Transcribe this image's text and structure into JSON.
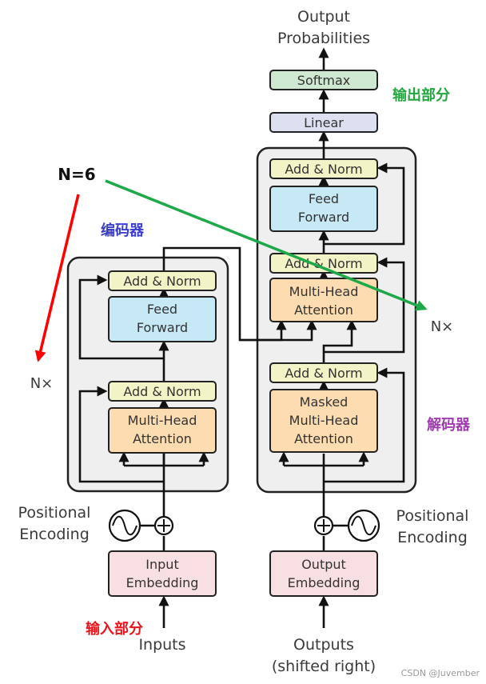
{
  "output": {
    "line1": "Output",
    "line2": "Probabilities"
  },
  "softmax": "Softmax",
  "linear": "Linear",
  "encoder": {
    "add_norm": "Add & Norm",
    "feed_forward": [
      "Feed",
      "Forward"
    ],
    "attention": [
      "Multi-Head",
      "Attention"
    ],
    "embedding": [
      "Input",
      "Embedding"
    ],
    "positional": [
      "Positional",
      "Encoding"
    ],
    "input_label": "Inputs",
    "nx": "N×"
  },
  "decoder": {
    "add_norm": "Add & Norm",
    "feed_forward": [
      "Feed",
      "Forward"
    ],
    "cross_attention": [
      "Multi-Head",
      "Attention"
    ],
    "masked_attention": [
      "Masked",
      "Multi-Head",
      "Attention"
    ],
    "embedding": [
      "Output",
      "Embedding"
    ],
    "positional": [
      "Positional",
      "Encoding"
    ],
    "input_label": [
      "Outputs",
      "(shifted right)"
    ],
    "nx": "N×"
  },
  "annotations": {
    "n_equals": "N=6",
    "encoder_cn": "编码器",
    "decoder_cn": "解码器",
    "output_cn": "输出部分",
    "input_cn": "输入部分"
  },
  "watermark": "CSDN @Juvember",
  "colors": {
    "add_norm": "#f2f3c6",
    "feed_forward": "#c7e8f5",
    "attention": "#fcdcb0",
    "embedding": "#f8dfe1",
    "softmax": "#cfe8d2",
    "linear": "#dde0f0",
    "stack_bg": "#efefef",
    "arrow_red": "#ff0000",
    "arrow_green": "#1fa84a",
    "encoder_cn": "#3a3fd0",
    "decoder_cn": "#a03ab0",
    "output_cn": "#22a63f",
    "input_cn": "#e8131b"
  }
}
